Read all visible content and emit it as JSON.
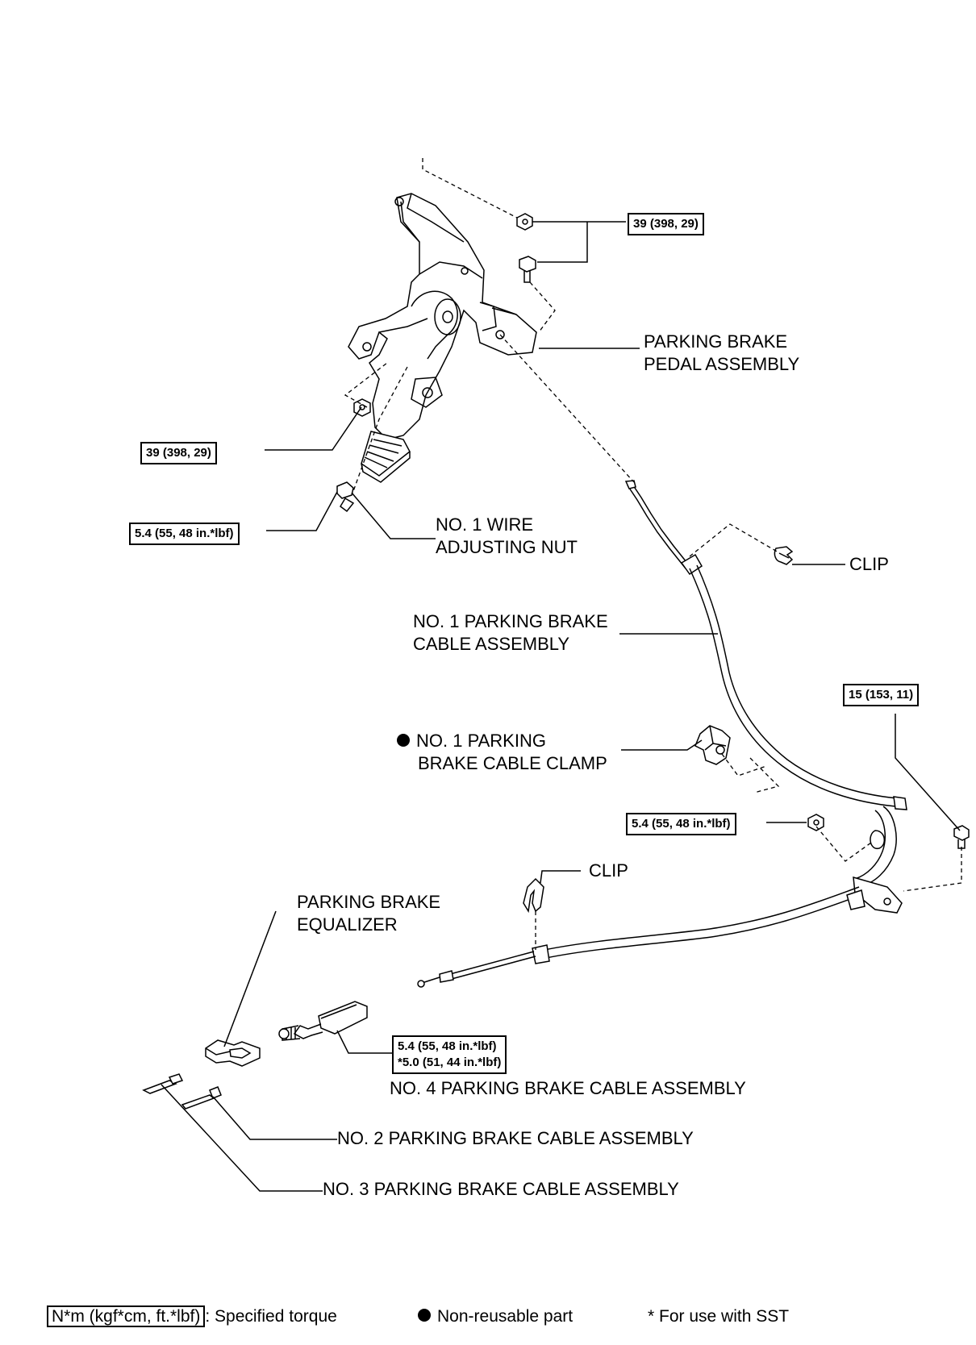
{
  "labels": {
    "parking_brake_pedal_line1": "PARKING BRAKE",
    "parking_brake_pedal_line2": "PEDAL ASSEMBLY",
    "wire_adjusting_nut_line1": "NO. 1 WIRE",
    "wire_adjusting_nut_line2": "ADJUSTING NUT",
    "clip_upper": "CLIP",
    "no1_cable_line1": "NO. 1 PARKING BRAKE",
    "no1_cable_line2": "CABLE ASSEMBLY",
    "clamp_line1": "NO. 1 PARKING",
    "clamp_line2": "BRAKE CABLE CLAMP",
    "clip_lower": "CLIP",
    "equalizer_line1": "PARKING BRAKE",
    "equalizer_line2": "EQUALIZER",
    "no4_cable": "NO. 4 PARKING BRAKE CABLE ASSEMBLY",
    "no2_cable": "NO. 2 PARKING BRAKE CABLE ASSEMBLY",
    "no3_cable": "NO. 3 PARKING BRAKE CABLE ASSEMBLY"
  },
  "torques": {
    "pedal_nut_upper": "39 (398, 29)",
    "pedal_nut_left": "39 (398, 29)",
    "adjusting_nut": "5.4 (55, 48 in.*lbf)",
    "bolt_right": "15 (153, 11)",
    "clamp_nut": "5.4 (55, 48 in.*lbf)",
    "no4_nut_line1": "5.4 (55, 48 in.*lbf)",
    "no4_nut_line2": "*5.0 (51, 44 in.*lbf)"
  },
  "legend": {
    "torque_units": "N*m (kgf*cm, ft.*lbf)",
    "torque_text": ": Specified torque",
    "non_reusable": "Non-reusable part",
    "sst": "* For use with SST"
  }
}
